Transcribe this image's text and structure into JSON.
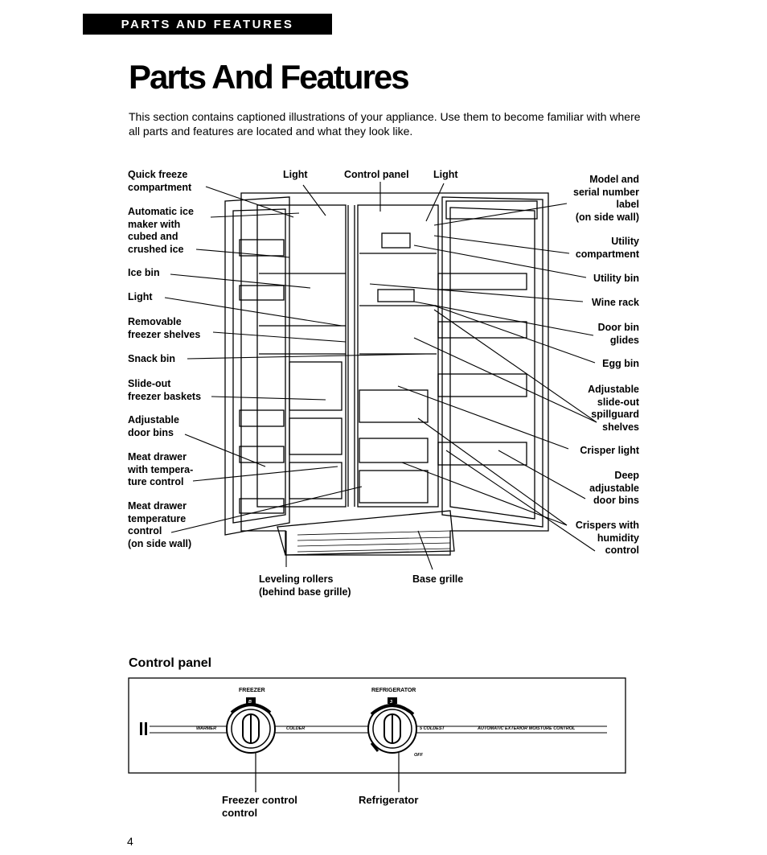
{
  "header": {
    "banner": "PARTS AND FEATURES",
    "title": "Parts And Features",
    "intro": "This section contains captioned illustrations of your appliance. Use them to become familiar with where all parts and features are located and what they look like."
  },
  "labels": {
    "quick_freeze": "Quick freeze\ncompartment",
    "ice_maker": "Automatic ice\nmaker with\ncubed and\ncrushed ice",
    "ice_bin": "Ice bin",
    "light_left": "Light",
    "freezer_shelves": "Removable\nfreezer shelves",
    "snack_bin": "Snack bin",
    "freezer_baskets": "Slide-out\nfreezer baskets",
    "door_bins": "Adjustable\ndoor bins",
    "meat_drawer": "Meat drawer\nwith tempera-\nture control",
    "meat_temp": "Meat drawer\ntemperature\ncontrol\n(on side wall)",
    "light_top1": "Light",
    "control_panel": "Control panel",
    "light_top2": "Light",
    "model_serial": "Model and\nserial number\nlabel\n(on side wall)",
    "utility_compartment": "Utility\ncompartment",
    "utility_bin": "Utility bin",
    "wine_rack": "Wine rack",
    "door_bin_glides": "Door bin\nglides",
    "egg_bin": "Egg bin",
    "spillguard": "Adjustable\nslide-out\nspillguard\nshelves",
    "crisper_light": "Crisper light",
    "deep_bins": "Deep\nadjustable\ndoor bins",
    "crispers": "Crispers with\nhumidity\ncontrol",
    "leveling": "Leveling rollers\n(behind base grille)",
    "base_grille": "Base grille"
  },
  "control_panel": {
    "heading": "Control panel",
    "freezer_label": "FREEZER",
    "refrigerator_label": "REFRIGERATOR",
    "warmer": "WARMER",
    "colder": "COLDER",
    "coldest": "5 COLDEST",
    "off": "OFF",
    "moisture": "AUTOMATIC EXTERIOR MOISTURE CONTROL",
    "freezer_setting": "B",
    "refrigerator_setting": "3",
    "freezer_caption": "Freezer control\ncontrol",
    "refrigerator_caption": "Refrigerator"
  },
  "page_number": "4"
}
